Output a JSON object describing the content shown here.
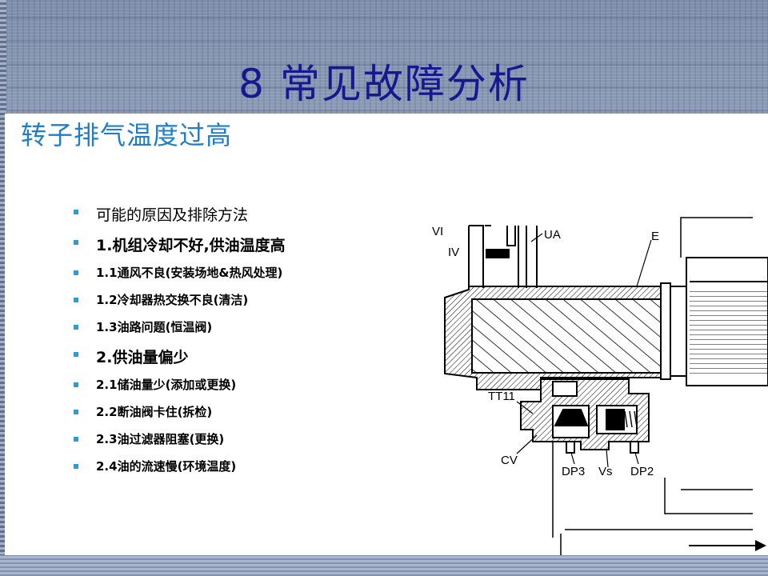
{
  "slide": {
    "title": "8 常见故障分析",
    "subtitle": "转子排气温度过高"
  },
  "list": [
    {
      "text": "可能的原因及排除方法",
      "size": "lg"
    },
    {
      "text": "1.机组冷却不好,供油温度高",
      "size": "lg"
    },
    {
      "text": "1.1通风不良(安装场地&热风处理)",
      "size": "sm"
    },
    {
      "text": "1.2冷却器热交换不良(清洁)",
      "size": "sm"
    },
    {
      "text": "1.3油路问题(恒温阀)",
      "size": "sm"
    },
    {
      "text": "2.供油量偏少",
      "size": "lg"
    },
    {
      "text": "2.1储油量少(添加或更换)",
      "size": "sm"
    },
    {
      "text": "2.2断油阀卡住(拆检)",
      "size": "sm"
    },
    {
      "text": "2.3油过滤器阻塞(更换)",
      "size": "sm"
    },
    {
      "text": "2.4油的流速慢(环境温度)",
      "size": "sm"
    }
  ],
  "diagram_labels": {
    "vi": "VI",
    "iv": "IV",
    "ua": "UA",
    "e": "E",
    "tt11": "TT11",
    "cv": "CV",
    "dp3": "DP3",
    "vs": "Vs",
    "dp2": "DP2"
  },
  "colors": {
    "title": "#17178f",
    "subtitle": "#1e7fc8",
    "bullet": "#2e9ad8"
  }
}
